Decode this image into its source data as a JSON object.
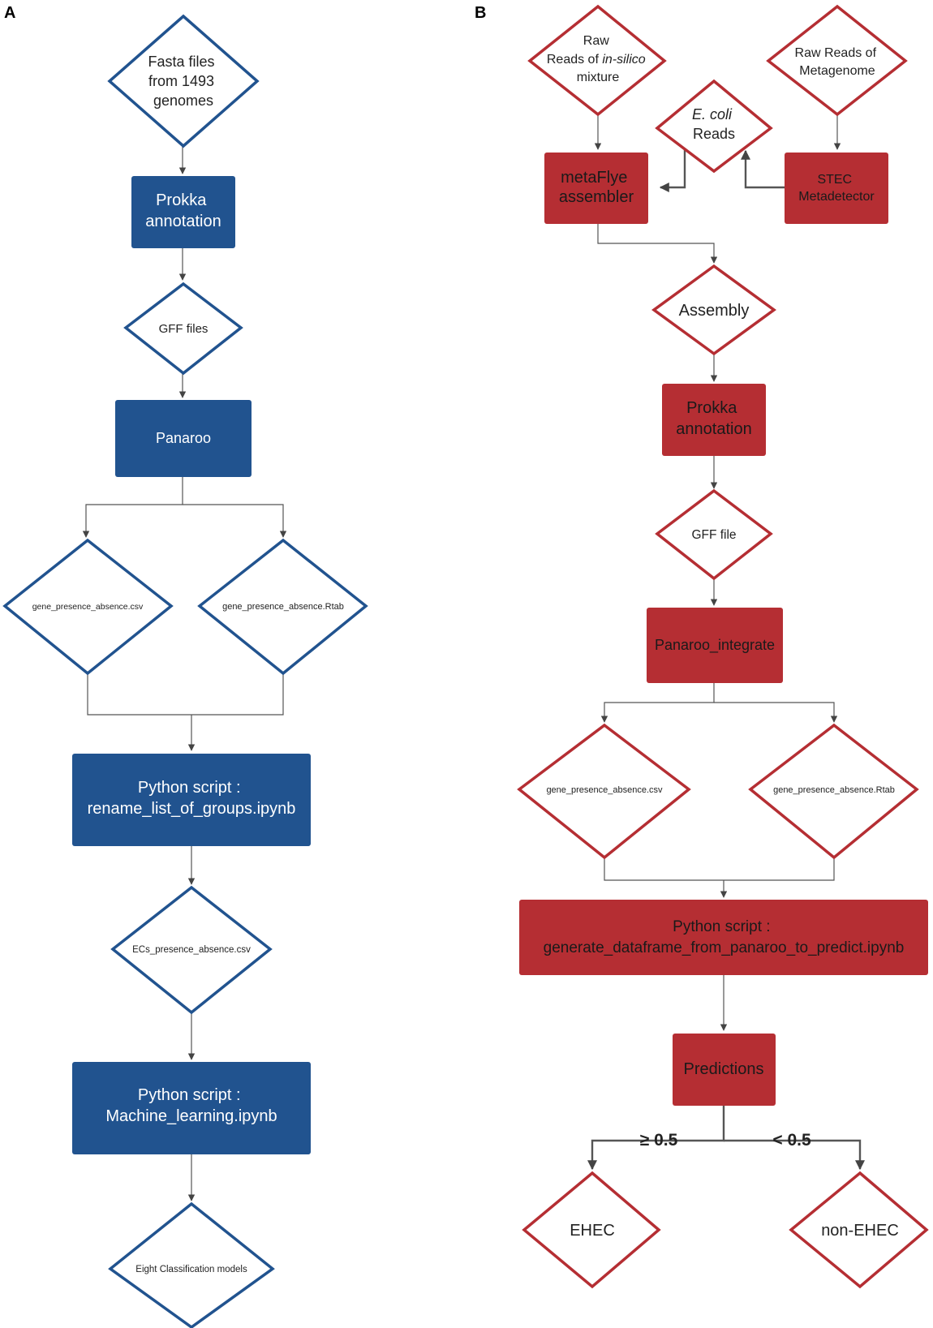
{
  "colors": {
    "blue": "#21538f",
    "red": "#b52e33",
    "white": "#ffffff",
    "connector": "#555555"
  },
  "panel_a": {
    "label": "A",
    "fasta": [
      "Fasta files",
      "from 1493",
      "genomes"
    ],
    "prokka": [
      "Prokka",
      "annotation"
    ],
    "gff": "GFF files",
    "panaroo": "Panaroo",
    "gpa_csv": "gene_presence_absence.csv",
    "gpa_rtab": "gene_presence_absence.Rtab",
    "rename_script": [
      "Python script :",
      "rename_list_of_groups.ipynb"
    ],
    "ecs": "ECs_presence_absence.csv",
    "ml_script": [
      "Python script :",
      "Machine_learning.ipynb"
    ],
    "models": "Eight Classification models"
  },
  "panel_b": {
    "label": "B",
    "raw_insilico": {
      "line1": "Raw",
      "line2_prefix": "Reads of ",
      "line2_italic": "in-silico",
      "line3": "mixture"
    },
    "raw_meta": [
      "Raw Reads of",
      "Metagenome"
    ],
    "ecoli": {
      "italic": "E. coli",
      "line2": "Reads"
    },
    "metaflye": [
      "metaFlye",
      "assembler"
    ],
    "stec": [
      "STEC",
      "Metadetector"
    ],
    "assembly": "Assembly",
    "prokka": [
      "Prokka",
      "annotation"
    ],
    "gff": "GFF file",
    "panaroo_integrate": "Panaroo_integrate",
    "gpa_csv": "gene_presence_absence.csv",
    "gpa_rtab": "gene_presence_absence.Rtab",
    "predict_script": [
      "Python script :",
      "generate_dataframe_from_panaroo_to_predict.ipynb"
    ],
    "predictions": "Predictions",
    "ge_threshold": "≥ 0.5",
    "lt_threshold": "< 0.5",
    "ehec": "EHEC",
    "non_ehec": "non-EHEC"
  }
}
